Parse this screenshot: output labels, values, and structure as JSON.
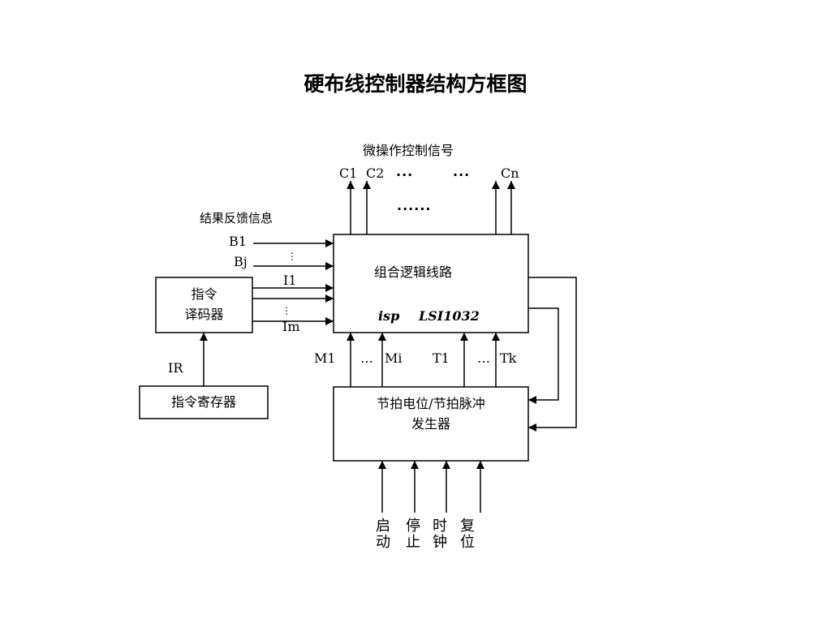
{
  "title": "硬布线控制器结构方框图",
  "signals_heading": "微操作控制信号",
  "signals": {
    "c1": "C1",
    "c2": "C2",
    "dots1": "...",
    "dots2": "...",
    "cn": "Cn",
    "mid_dots": "......"
  },
  "feedback_heading": "结果反馈信息",
  "feedback": {
    "b1": "B1",
    "bj": "Bj",
    "vdots": "⋮"
  },
  "decoder": {
    "line1": "指令",
    "line2": "译码器"
  },
  "decoder_outputs": {
    "i1": "I1",
    "im": "Im",
    "vdots": "⋮"
  },
  "ir_label": "IR",
  "register": "指令寄存器",
  "logic": {
    "name": "组合逻辑线路",
    "isp": "isp",
    "chip": "LSI1032"
  },
  "timing_labels": {
    "m1": "M1",
    "dots_m": "…",
    "mi": "Mi",
    "t1": "T1",
    "dots_t": "…",
    "tk": "Tk"
  },
  "generator": {
    "line1": "节拍电位/节拍脉冲",
    "line2": "发生器"
  },
  "controls": [
    {
      "top": "启",
      "bottom": "动"
    },
    {
      "top": "停",
      "bottom": "止"
    },
    {
      "top": "时",
      "bottom": "钟"
    },
    {
      "top": "复",
      "bottom": "位"
    }
  ]
}
